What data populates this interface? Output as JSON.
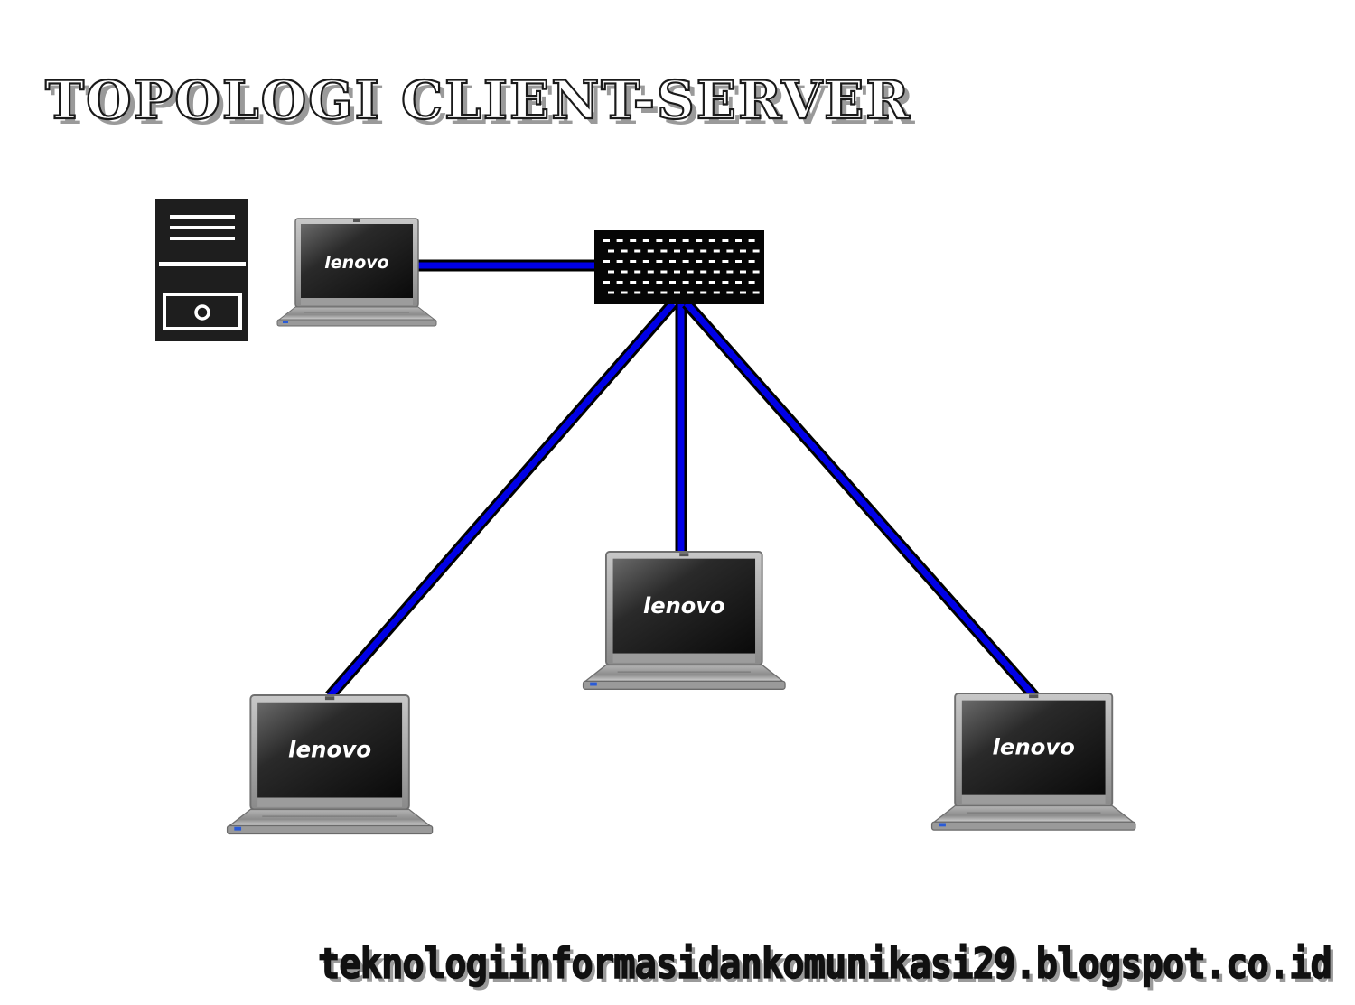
{
  "title": "TOPOLOGI CLIENT-SERVER",
  "footer": "teknologiinformasidankomunikasi29.blogspot.co.id",
  "laptop_brand": "lenovo",
  "colors": {
    "cable": "#0000e6",
    "cable_outline": "#000000",
    "device_dark": "#1e1e1e",
    "background": "#ffffff"
  },
  "nodes": [
    {
      "id": "server",
      "type": "server-tower"
    },
    {
      "id": "server-laptop",
      "type": "laptop",
      "brand": "lenovo"
    },
    {
      "id": "switch",
      "type": "switch-hub"
    },
    {
      "id": "client-left",
      "type": "laptop",
      "brand": "lenovo"
    },
    {
      "id": "client-center",
      "type": "laptop",
      "brand": "lenovo"
    },
    {
      "id": "client-right",
      "type": "laptop",
      "brand": "lenovo"
    }
  ],
  "edges": [
    {
      "from": "server-laptop",
      "to": "switch"
    },
    {
      "from": "switch",
      "to": "client-left"
    },
    {
      "from": "switch",
      "to": "client-center"
    },
    {
      "from": "switch",
      "to": "client-right"
    }
  ]
}
